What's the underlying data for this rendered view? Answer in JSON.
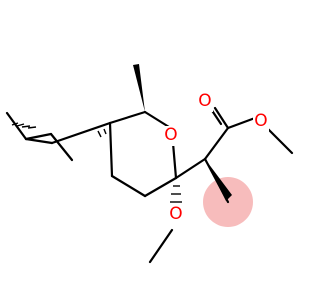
{
  "molecule": {
    "atoms": {
      "ring_oxygen": "O",
      "carbonyl_oxygen": "O",
      "ester_oxygen": "O",
      "methoxy_oxygen": "O"
    },
    "colors": {
      "bond": "#000000",
      "heteroatom": "#ff0000",
      "highlight": "#f4a6a6",
      "background": "#ffffff"
    }
  }
}
